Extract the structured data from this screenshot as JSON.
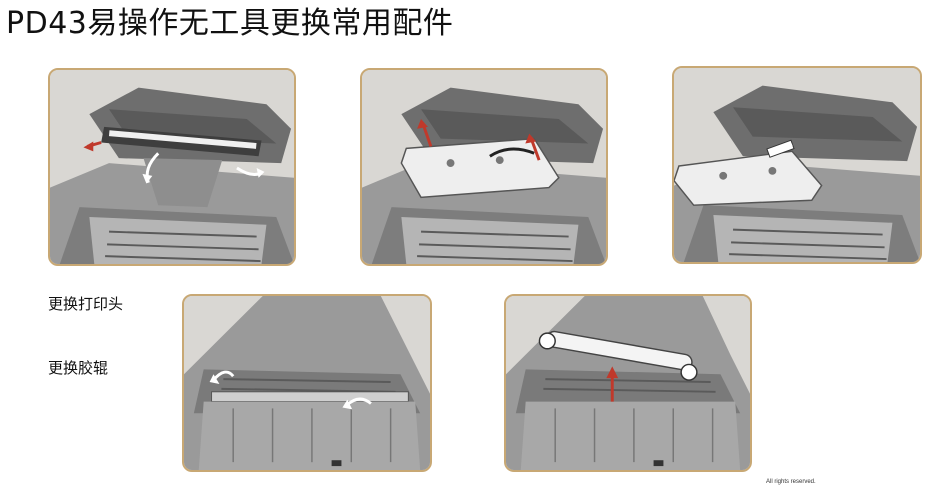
{
  "title": "PD43易操作无工具更换常用配件",
  "labels": {
    "printhead": "更换打印头",
    "platen": "更换胶辊"
  },
  "footer": "All rights reserved.",
  "colors": {
    "frame_border": "#c8a874",
    "printer_body": "#8a8a8a",
    "printer_dark": "#4a4a4a",
    "part_light": "#f0f0f0",
    "arrow": "#c0392b"
  },
  "illustrations": [
    "printhead-release-step",
    "printhead-remove-step",
    "printhead-disconnect-step",
    "platen-release-step",
    "platen-remove-step"
  ]
}
